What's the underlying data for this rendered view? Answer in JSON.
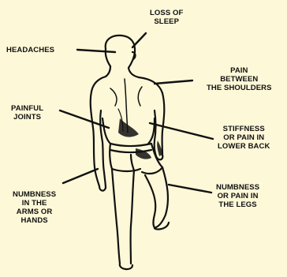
{
  "labels": {
    "loss_of_sleep": [
      "LOSS OF",
      "SLEEP"
    ],
    "headaches": [
      "HEADACHES"
    ],
    "pain_between_shoulders": [
      "PAIN",
      "BETWEEN",
      "THE SHOULDERS"
    ],
    "painful_joints": [
      "PAINFUL",
      "JOINTS"
    ],
    "stiffness_lower_back": [
      "STIFFNESS",
      "OR PAIN IN",
      "LOWER BACK"
    ],
    "numbness_arms_hands": [
      "NUMBNESS",
      "IN THE",
      "ARMS OR",
      "HANDS"
    ],
    "numbness_legs": [
      "NUMBNESS",
      "OR PAIN IN",
      "THE LEGS"
    ]
  },
  "colors": {
    "background": "#fdf8d8",
    "ink": "#111111"
  }
}
